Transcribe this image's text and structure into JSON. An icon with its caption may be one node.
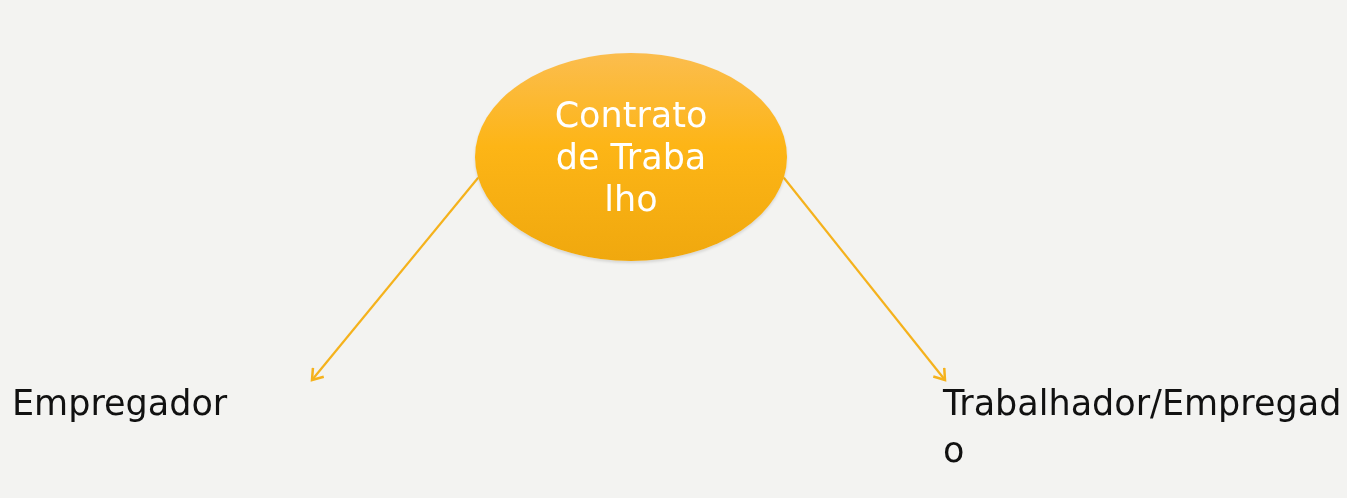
{
  "diagram": {
    "nodes": [
      {
        "text": [
          "Contrato de Trabalho"
        ]
      },
      {
        "text": [
          "Empregador"
        ]
      },
      {
        "text": [
          "Trabalhador/Empregado"
        ]
      }
    ],
    "edges": [
      {
        "from": 0,
        "to": 1,
        "arrow": "to"
      },
      {
        "from": 0,
        "to": 2,
        "arrow": "to"
      }
    ]
  }
}
